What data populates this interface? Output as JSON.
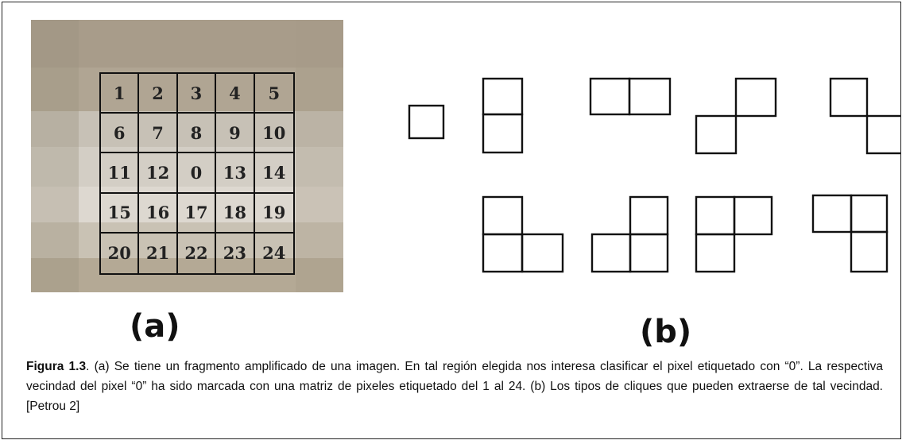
{
  "grid": {
    "rows": [
      [
        "1",
        "2",
        "3",
        "4",
        "5"
      ],
      [
        "6",
        "7",
        "8",
        "9",
        "10"
      ],
      [
        "11",
        "12",
        "0",
        "13",
        "14"
      ],
      [
        "15",
        "16",
        "17",
        "18",
        "19"
      ],
      [
        "20",
        "21",
        "22",
        "23",
        "24"
      ]
    ]
  },
  "labels": {
    "a": "(a)",
    "b": "(b)"
  },
  "caption": {
    "figure_label": "Figura 1.3",
    "text": ". (a) Se tiene un fragmento amplificado de una imagen. En tal región elegida nos interesa clasificar el pixel etiquetado con “0”. La respectiva vecindad del pixel “0” ha sido marcada con una matriz de pixeles etiquetado del 1 al 24. (b) Los tipos de cliques que pueden extraerse de tal vecindad. [Petrou 2]"
  }
}
